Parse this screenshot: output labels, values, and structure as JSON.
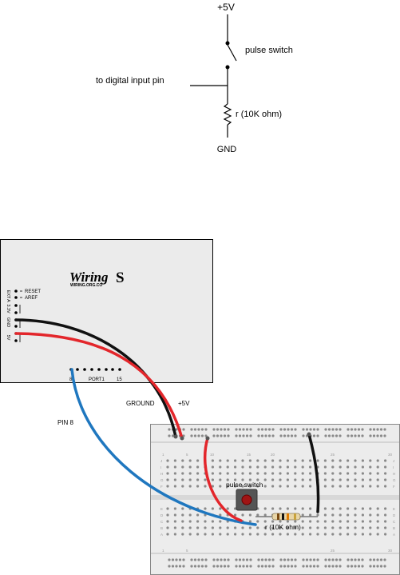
{
  "schematic": {
    "supply": "+5V",
    "switch_label": "pulse switch",
    "input_label": "to digital input pin",
    "resistor_label": "r (10K ohm)",
    "ground": "GND"
  },
  "board": {
    "brand": "Wiring",
    "model": "S",
    "url": "WIRING.ORG.CO",
    "pins_right": [
      "RESET",
      "AREF"
    ],
    "pins_vertical": [
      "EXT",
      "A",
      "3.3V",
      "GND",
      "5V"
    ],
    "port_label": "PORT1",
    "port_start": "8",
    "port_end": "15"
  },
  "wires": {
    "ground": "GROUND",
    "plus5v": "+5V",
    "pin": "PIN 8"
  },
  "breadboard": {
    "switch_label": "pulse switch",
    "resistor_label": "r (10K ohm)",
    "col_numbers": [
      "1",
      "5",
      "10",
      "15",
      "20",
      "25",
      "30"
    ],
    "row_letters_top": [
      "J",
      "I",
      "H",
      "G",
      "F"
    ],
    "row_letters_bottom": [
      "E",
      "D",
      "C",
      "B",
      "A"
    ]
  },
  "colors": {
    "black_wire": "#111111",
    "red_wire": "#e3262b",
    "blue_wire": "#1f77bf",
    "board_bg": "#ebebeb",
    "breadboard_bg": "#ececec",
    "hole": "#8a8a8a"
  }
}
